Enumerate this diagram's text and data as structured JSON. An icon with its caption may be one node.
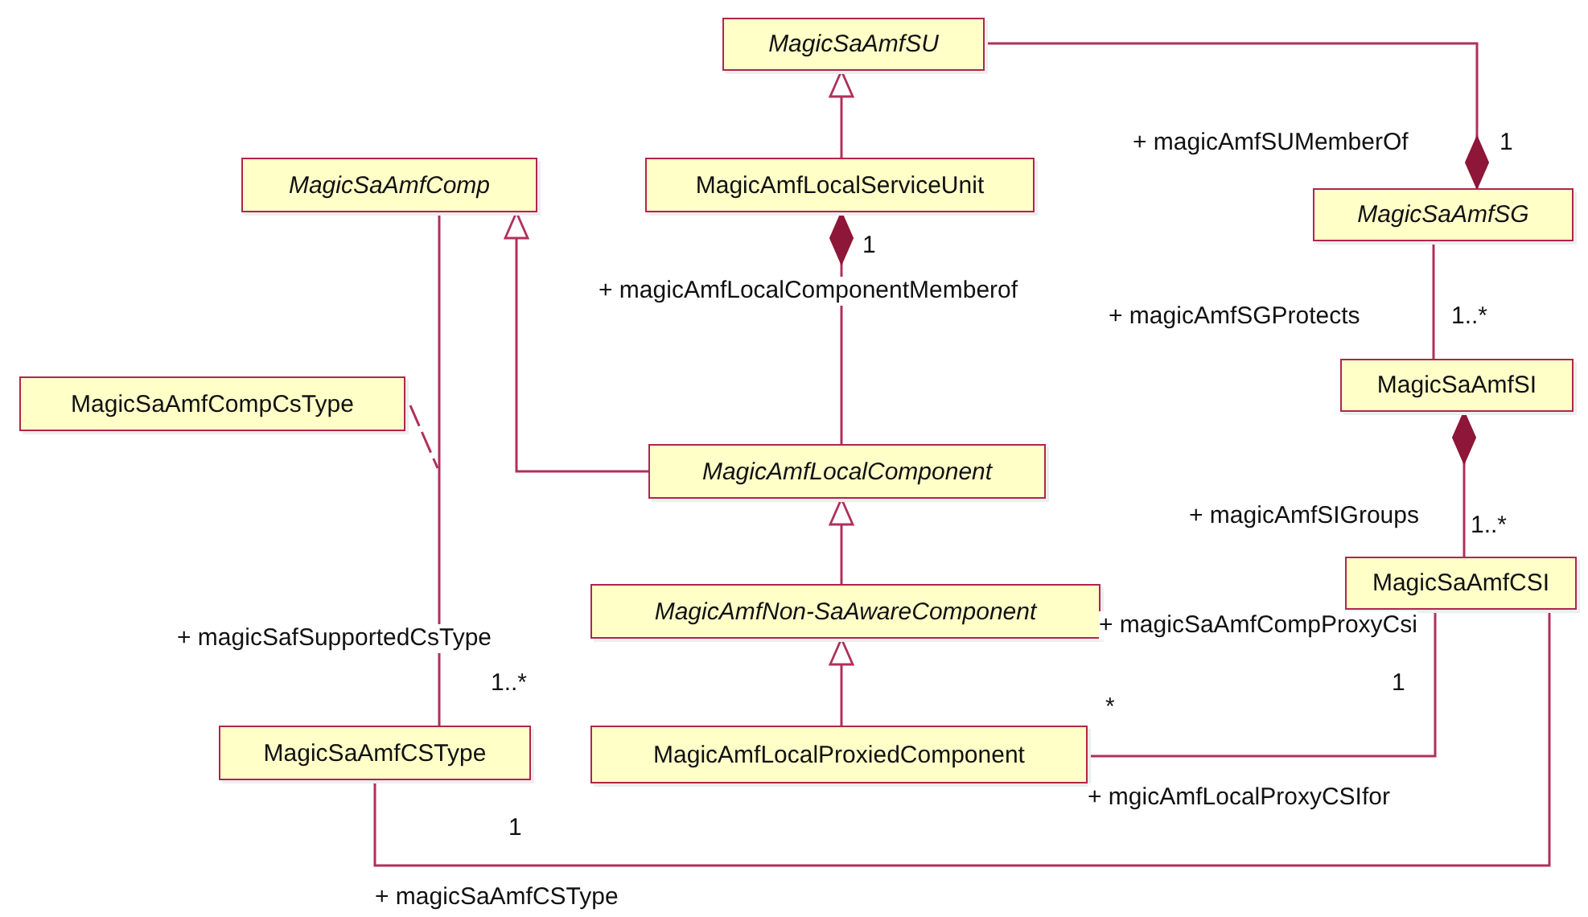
{
  "diagram": {
    "nodes": [
      {
        "text": [
          "MagicSaAmfSU"
        ]
      },
      {
        "text": [
          "MagicAmfLocalServiceUnit"
        ]
      },
      {
        "text": [
          "MagicSaAmfComp"
        ]
      },
      {
        "text": [
          "MagicSaAmfSG"
        ]
      },
      {
        "text": [
          "MagicSaAmfCompCsType"
        ]
      },
      {
        "text": [
          "MagicSaAmfSI"
        ]
      },
      {
        "text": [
          "MagicAmfLocalComponent"
        ]
      },
      {
        "text": [
          "MagicAmfNon-SaAwareComponent"
        ]
      },
      {
        "text": [
          "MagicSaAmfCSI"
        ]
      },
      {
        "text": [
          "MagicSaAmfCSType"
        ]
      },
      {
        "text": [
          "MagicAmfLocalProxiedComponent"
        ]
      }
    ],
    "edges": [
      {
        "from": 1,
        "to": 0,
        "arrow": "to"
      },
      {
        "from": 0,
        "to": 3,
        "arrow": "other"
      },
      {
        "from": 6,
        "to": 1,
        "arrow": "other"
      },
      {
        "from": 6,
        "to": 2,
        "arrow": "to"
      },
      {
        "from": 5,
        "to": 3,
        "arrow": "none"
      },
      {
        "from": 9,
        "to": 2,
        "arrow": "none"
      },
      {
        "from": 4,
        "to": null,
        "arrow": "none",
        "style": "dashed"
      },
      {
        "from": 8,
        "to": 5,
        "arrow": "other"
      },
      {
        "from": 7,
        "to": 6,
        "arrow": "to"
      },
      {
        "from": 10,
        "to": 7,
        "arrow": "to"
      },
      {
        "from": 10,
        "to": 8,
        "arrow": "none"
      },
      {
        "from": 9,
        "to": 8,
        "arrow": "none"
      }
    ],
    "labels": [
      "+ magicAmfSUMemberOf",
      "1",
      "1",
      "+ magicAmfLocalComponentMemberof",
      "+ magicAmfSGProtects",
      "1..*",
      "+ magicAmfSIGroups",
      "1..*",
      "+ magicSaAmfCompProxyCsi",
      "+ magicSafSupportedCsType",
      "1..*",
      "1",
      "*",
      "+ mgicAmfLocalProxyCSIfor",
      "1",
      "+ magicSaAmfCSType"
    ]
  }
}
